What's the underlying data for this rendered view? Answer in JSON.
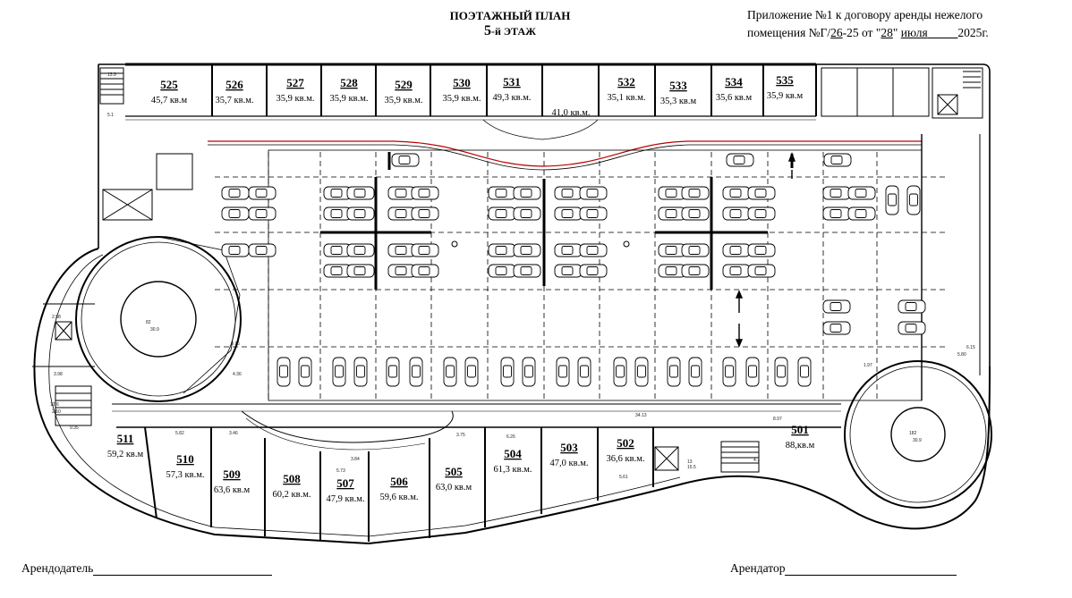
{
  "title": {
    "line1": "ПОЭТАЖНЫЙ ПЛАН",
    "floor_number": "5",
    "floor_suffix": "-й ЭТАЖ"
  },
  "appendix": {
    "line1": "Приложение №1 к договору аренды нежелого",
    "line2_prefix": "помещения №Г/",
    "contract_no": "26",
    "line2_mid": "-25 от \"",
    "day": "28",
    "line2_after_day": "\" ",
    "month": "июля",
    "line2_suffix": "2025г."
  },
  "signatures": {
    "landlord": "Арендодатель",
    "tenant": "Арендатор"
  },
  "units_top": [
    {
      "num": "525",
      "area": "45,7 кв.м"
    },
    {
      "num": "526",
      "area": "35,7 кв.м."
    },
    {
      "num": "527",
      "area": "35,9 кв.м."
    },
    {
      "num": "528",
      "area": "35,9 кв.м."
    },
    {
      "num": "529",
      "area": "35,9 кв.м."
    },
    {
      "num": "530",
      "area": "35,9 кв.м."
    },
    {
      "num": "531",
      "area": "49,3 кв.м."
    },
    {
      "num": "",
      "area": "41,0 кв.м."
    },
    {
      "num": "532",
      "area": "35,1 кв.м."
    },
    {
      "num": "533",
      "area": "35,3 кв.м"
    },
    {
      "num": "534",
      "area": "35,6 кв.м"
    },
    {
      "num": "535",
      "area": "35,9 кв.м"
    }
  ],
  "units_bottom": [
    {
      "num": "511",
      "area": "59,2 кв.м"
    },
    {
      "num": "510",
      "area": "57,3 кв.м."
    },
    {
      "num": "509",
      "area": "63,6 кв.м"
    },
    {
      "num": "508",
      "area": "60,2 кв.м."
    },
    {
      "num": "507",
      "area": "47,9 кв.м."
    },
    {
      "num": "506",
      "area": "59,6 кв.м."
    },
    {
      "num": "505",
      "area": "63,0 кв.м"
    },
    {
      "num": "504",
      "area": "61,3 кв.м."
    },
    {
      "num": "503",
      "area": "47,0 кв.м."
    },
    {
      "num": "502",
      "area": "36,6 кв.м."
    },
    {
      "num": "501",
      "area": "88,кв.м"
    }
  ]
}
